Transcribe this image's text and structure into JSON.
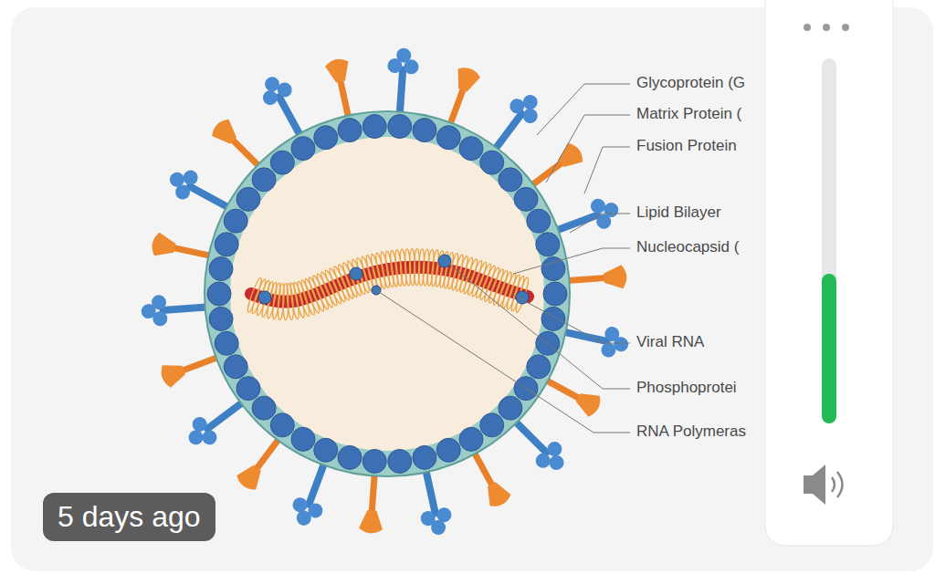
{
  "diagram": {
    "nodes": [
      {
        "text": [
          "5 days ago"
        ]
      }
    ],
    "labels": [
      "Glycoprotein (G",
      "Matrix Protein (",
      "Fusion Protein",
      "Lipid Bilayer",
      "Nucleocapsid (",
      "Viral RNA",
      "Phosphoprotei",
      "RNA Polymeras"
    ]
  }
}
